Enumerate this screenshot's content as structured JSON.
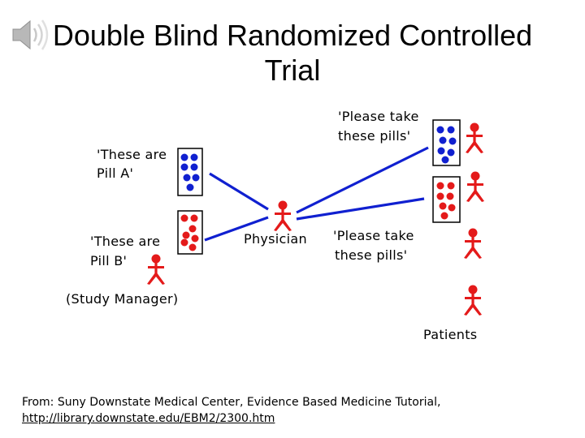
{
  "slide": {
    "title_line1": "Double Blind Randomized Controlled",
    "title_line2": "Trial"
  },
  "diagram": {
    "label_pill_a_1": "'These are",
    "label_pill_a_2": "Pill A'",
    "label_pill_b_1": "'These are",
    "label_pill_b_2": "Pill B'",
    "label_study_manager": "(Study Manager)",
    "label_physician": "Physician",
    "label_take_1a": "'Please take",
    "label_take_1b": "these pills'",
    "label_take_2a": "'Please take",
    "label_take_2b": "these pills'",
    "label_patients": "Patients",
    "colors": {
      "pill_a": "#1020d0",
      "pill_b": "#e41a1a",
      "person": "#e41a1a",
      "line": "#1020d0"
    }
  },
  "source": {
    "text": "From:  Suny Downstate Medical Center, Evidence Based Medicine Tutorial,",
    "link": "http://library.downstate.edu/EBM2/2300.htm"
  }
}
